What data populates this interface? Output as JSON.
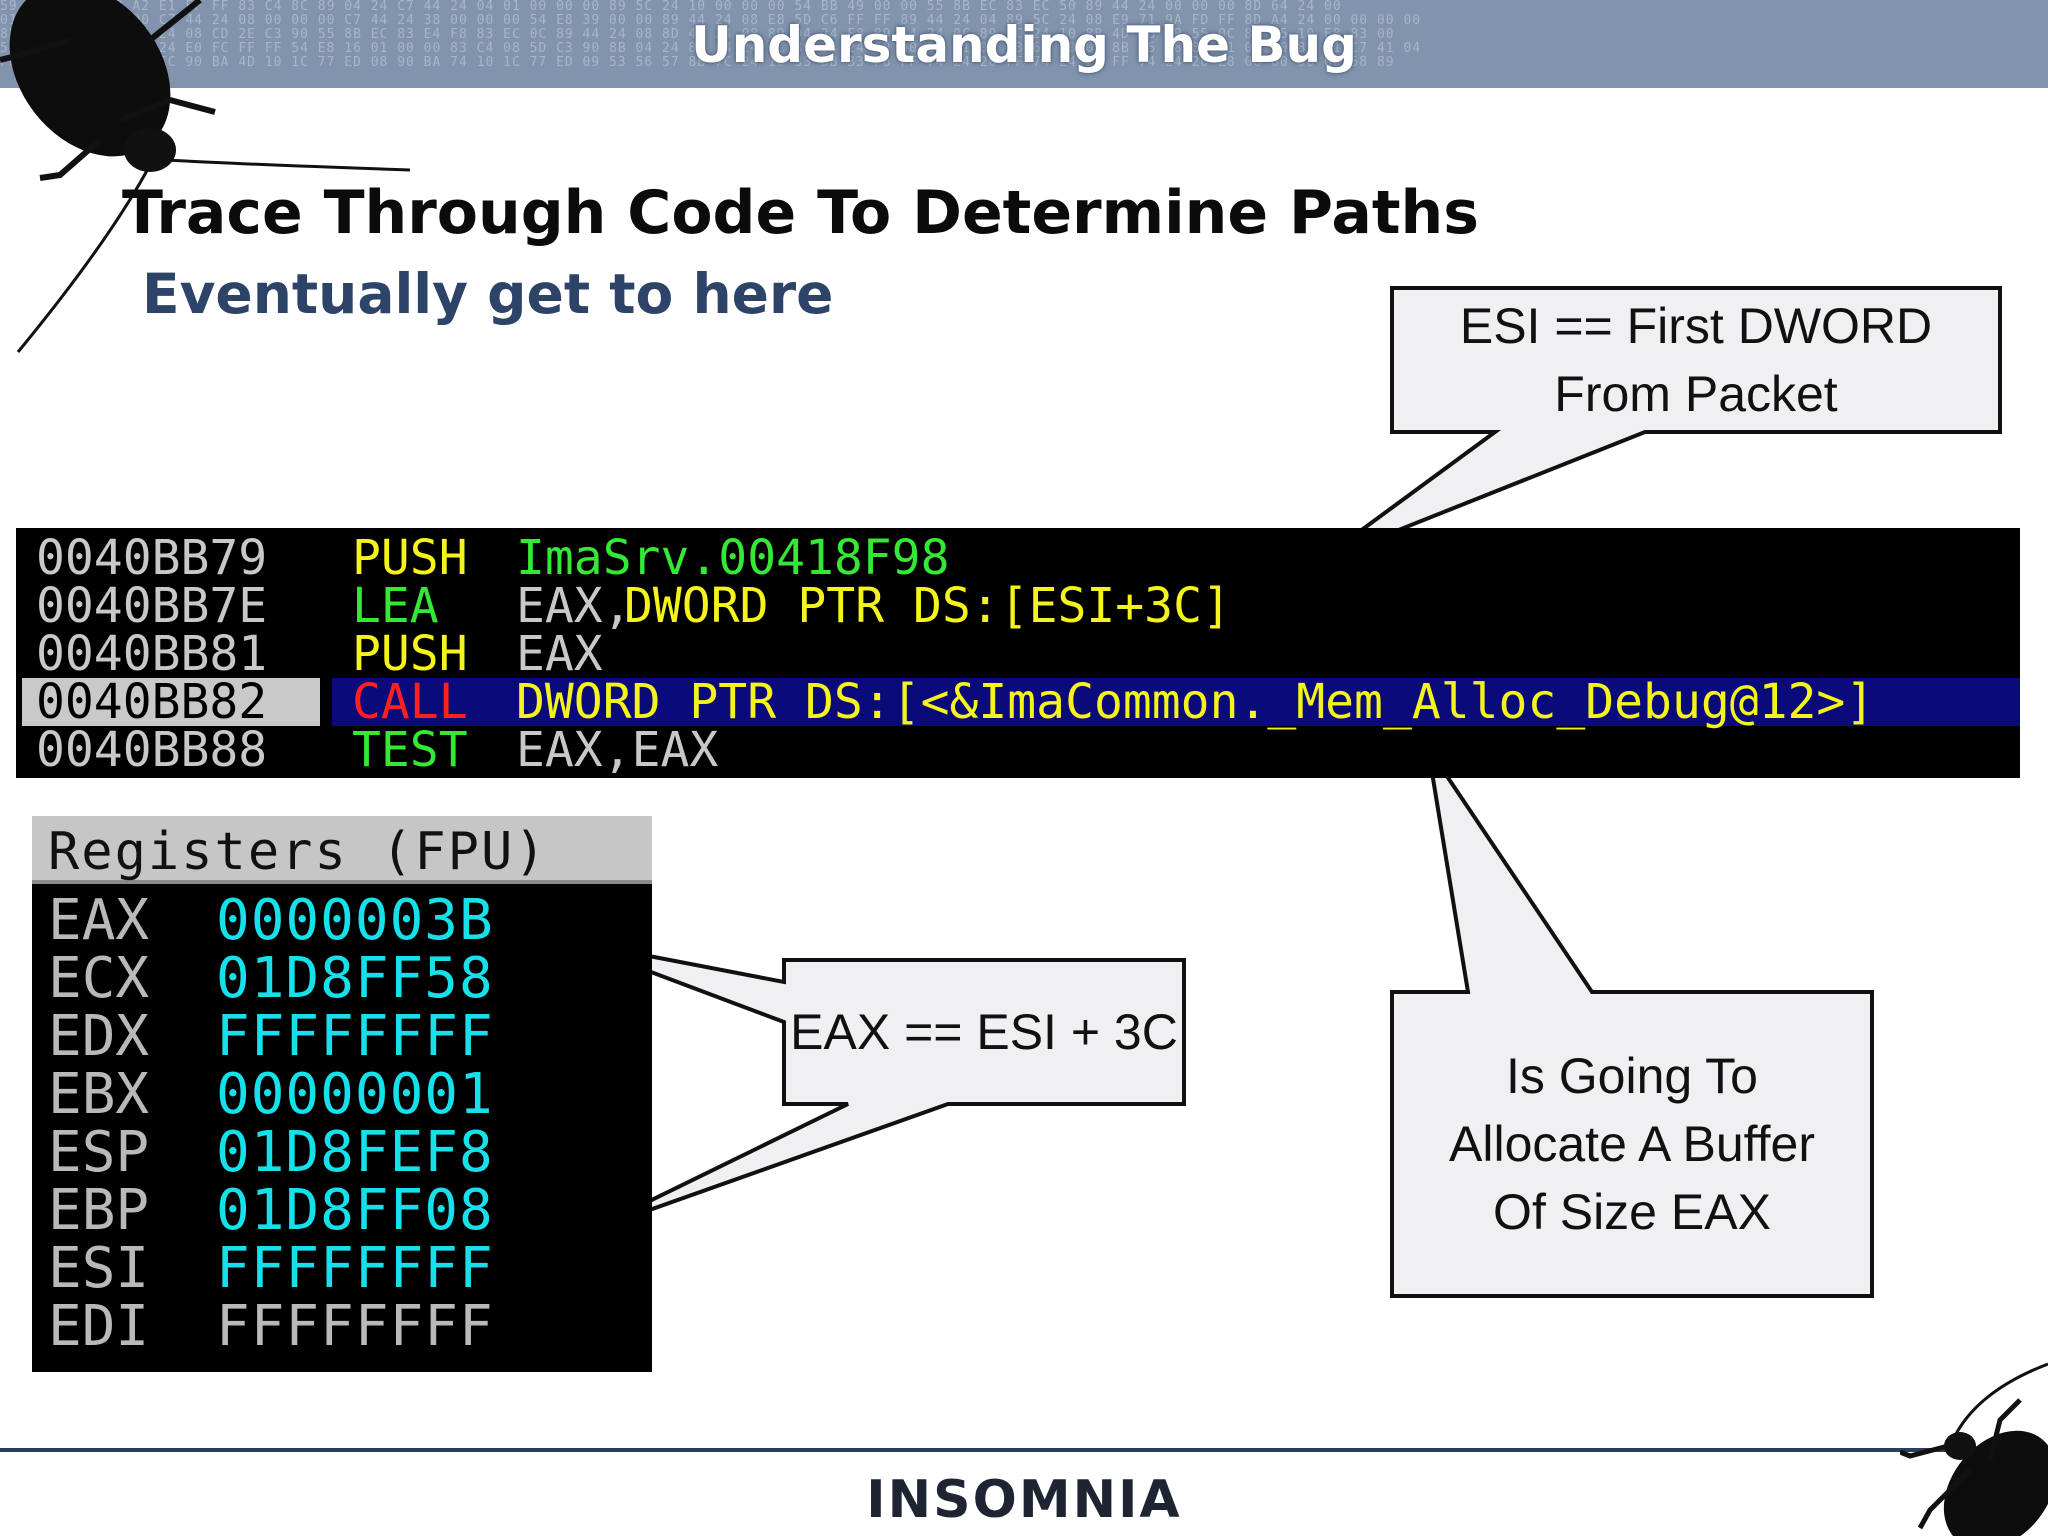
{
  "banner": {
    "title": "Understanding The Bug",
    "hex_bg": "59 6A 51 53 E8 A2 E1 FF FF 83 C4 8C 89 04 24 C7 44 24 04 01 00 00 00 89 5C 24 10 00 00 00 54 BB 49 00 00 55 8B EC 83 EC 50 89 44 24 00 00 00 8D 64 24 00\n01 48 84 00 00 00 C7 44 24 08 00 00 00 C7 44 24 38 00 00 00 54 E8 39 00 00 89 44 24 08 E8 5D C6 FF FF 89 44 24 04 89 5C 24 08 E9 71 9A FD FF 8D A4 24 00 00 00 00\n8B 64 24 08 8D 54 24 08 CD 2E C3 90 55 8B EC 83 E4 F8 83 EC 0C 89 44 24 08 8D 44 24 08 89 04 24 E8 89 54 24 0C 89 4C 24 10 8B 4D 08 8B 55 0C 8B 45 10 E8 83 00\n51 55 8B EC 8D 44 24 E0 FC FF FF 54 E8 16 01 00 00 83 C4 08 5D C3 90 8B 04 24 89 44 24 0C 89 04 24 00 00 89 41 0C 83 61 10 00 8B 45 08 83 61 08 00 89 01 C7 41 04\nFF 50 E8 AF FF FF CC 90 BA 4D 10 1C 77 ED 08 90 BA 74 10 1C 77 ED 09 53 56 57 8B 7C 24 10 33 DB 33 F6 FF 74 24 20 FF 74 24 20 FF 74 24 20 E8 00 00 00 00 58 89"
  },
  "slide": {
    "heading": "Trace Through Code To Determine Paths",
    "bullet": ":",
    "subheading": "Eventually get to here"
  },
  "disasm": {
    "rows": [
      {
        "addr": "0040BB79",
        "mnemonic": "PUSH",
        "mnemonic_color": "#f4f41c",
        "operand": "ImaSrv.00418F98",
        "operand_color": "#35e835"
      },
      {
        "addr": "0040BB7E",
        "mnemonic": "LEA",
        "mnemonic_color": "#35e835",
        "operand_pre": "EAX,",
        "operand": "DWORD PTR DS:[ESI+3C]",
        "operand_color": "#f4f41c"
      },
      {
        "addr": "0040BB81",
        "mnemonic": "PUSH",
        "mnemonic_color": "#f4f41c",
        "operand": "EAX",
        "operand_color": "#c8c8c8"
      },
      {
        "addr": "0040BB82",
        "mnemonic": "CALL",
        "mnemonic_color": "#ff2020",
        "operand": "DWORD PTR DS:[<&ImaCommon._Mem_Alloc_Debug@12>]",
        "operand_color": "#f4f41c",
        "selected": true
      },
      {
        "addr": "0040BB88",
        "mnemonic": "TEST",
        "mnemonic_color": "#35e835",
        "operand": "EAX,EAX",
        "operand_color": "#c8c8c8"
      }
    ]
  },
  "registers": {
    "title": "Registers (FPU)",
    "items": [
      {
        "name": "EAX",
        "value": "0000003B"
      },
      {
        "name": "ECX",
        "value": "01D8FF58"
      },
      {
        "name": "EDX",
        "value": "FFFFFFFF"
      },
      {
        "name": "EBX",
        "value": "00000001"
      },
      {
        "name": "ESP",
        "value": "01D8FEF8"
      },
      {
        "name": "EBP",
        "value": "01D8FF08"
      },
      {
        "name": "ESI",
        "value": "FFFFFFFF"
      },
      {
        "name": "EDI",
        "value": "FFFFFFFF"
      }
    ]
  },
  "callouts": {
    "esi": {
      "line1": "ESI == First DWORD",
      "line2": "From Packet"
    },
    "eax": {
      "line1": "EAX == ESI + 3C"
    },
    "alloc": {
      "line1": "Is Going To",
      "line2": "Allocate A Buffer",
      "line3": "Of Size EAX"
    }
  },
  "footer": {
    "logo": "INSOMNIA"
  },
  "colors": {
    "banner_bg": "#8294ad",
    "heading": "#0b0b0b",
    "subheading": "#2d4468",
    "register_value": "#16e0ea",
    "selected_row": "#0a0a7a"
  }
}
